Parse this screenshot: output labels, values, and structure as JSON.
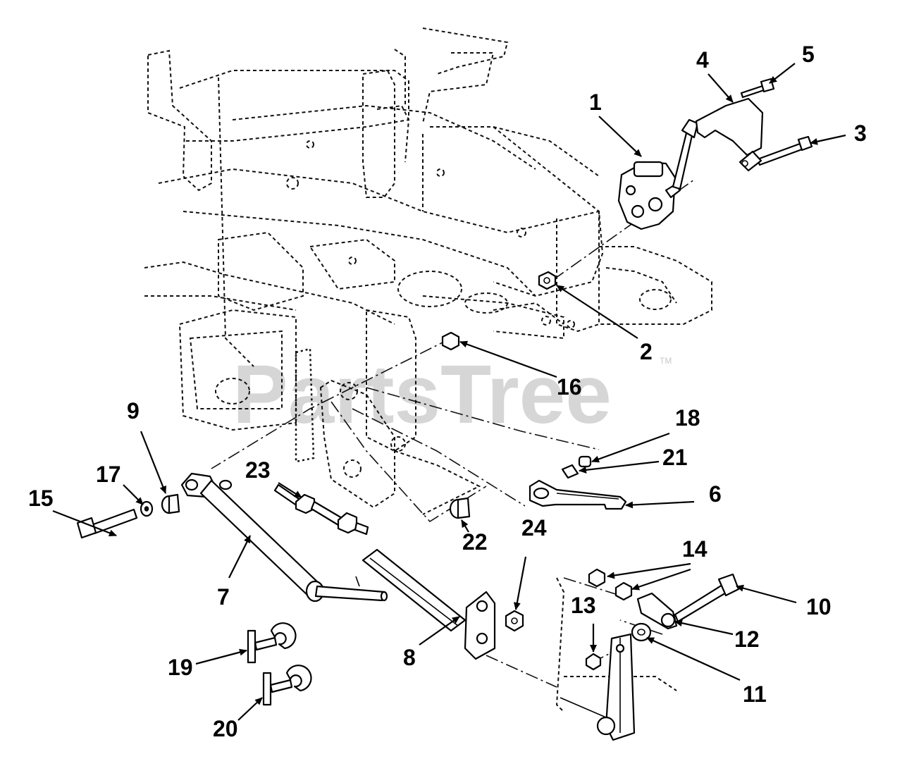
{
  "watermark": {
    "text": "PartsTree",
    "tm": "TM"
  },
  "callouts": {
    "c1": "1",
    "c2": "2",
    "c3": "3",
    "c4": "4",
    "c5": "5",
    "c6": "6",
    "c7": "7",
    "c8": "8",
    "c9": "9",
    "c10": "10",
    "c11": "11",
    "c12": "12",
    "c13": "13",
    "c14": "14",
    "c15": "15",
    "c16": "16",
    "c17": "17",
    "c18": "18",
    "c19": "19",
    "c20": "20",
    "c21": "21",
    "c22": "22",
    "c23": "23",
    "c24": "24"
  }
}
